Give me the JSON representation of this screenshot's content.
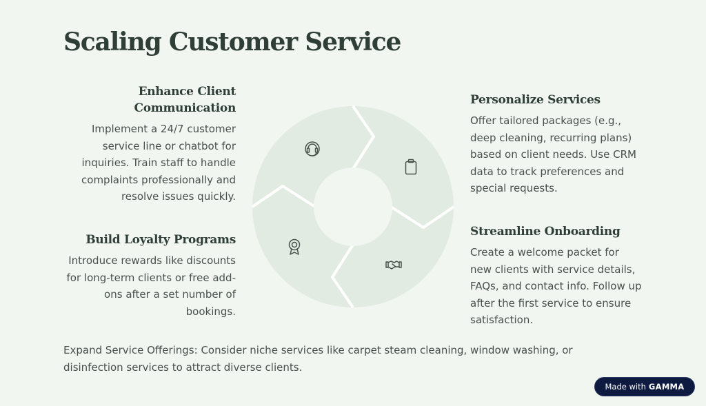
{
  "title": "Scaling Customer Service",
  "blocks": {
    "enhance": {
      "heading": "Enhance Client Communication",
      "body": "Implement a 24/7 customer service line or chatbot for inquiries. Train staff to handle complaints professionally and resolve issues quickly."
    },
    "personalize": {
      "heading": "Personalize Services",
      "body": "Offer tailored packages (e.g., deep cleaning, recurring plans) based on client needs. Use CRM data to track preferences and special requests."
    },
    "loyalty": {
      "heading": "Build Loyalty Programs",
      "body": "Introduce rewards like discounts for long-term clients or free add-ons after a set number of bookings."
    },
    "onboarding": {
      "heading": "Streamline Onboarding",
      "body": "Create a welcome packet for new clients with service details, FAQs, and contact info. Follow up after the first service to ensure satisfaction."
    }
  },
  "footer_text": "Expand Service Offerings: Consider niche services like carpet steam cleaning, window washing, or disinfection services to attract diverse clients.",
  "cycle_icons": [
    "headset-icon",
    "clipboard-icon",
    "handshake-icon",
    "award-icon"
  ],
  "badge": {
    "prefix": "Made with",
    "brand": "GAMMA"
  },
  "colors": {
    "background": "#f1f6f1",
    "segment": "#e2ebe2",
    "heading": "#2f3e36",
    "body": "#48504b",
    "badge": "#0e1a3f"
  }
}
